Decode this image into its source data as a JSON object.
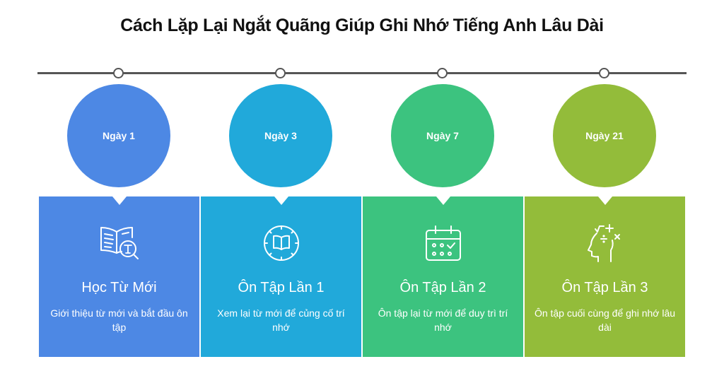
{
  "title": "Cách Lặp Lại Ngắt Quãng Giúp Ghi Nhớ Tiếng Anh Lâu Dài",
  "colors": {
    "line": "#555555",
    "step1": "#4D88E4",
    "step2": "#21A9DA",
    "step3": "#3CC37F",
    "step4": "#93BC3A"
  },
  "steps": [
    {
      "day": "Ngày 1",
      "icon": "book-search-icon",
      "heading": "Học Từ Mới",
      "description": "Giới thiệu từ mới và bắt đầu ôn tập"
    },
    {
      "day": "Ngày 3",
      "icon": "clock-book-icon",
      "heading": "Ôn Tập Lần 1",
      "description": "Xem lại từ mới để củng cố trí nhớ"
    },
    {
      "day": "Ngày 7",
      "icon": "calendar-check-icon",
      "heading": "Ôn Tập Lần 2",
      "description": "Ôn tập lại từ mới để duy trì trí nhớ"
    },
    {
      "day": "Ngày 21",
      "icon": "head-math-icon",
      "heading": "Ôn Tập Lần 3",
      "description": "Ôn tập cuối cùng để ghi nhớ lâu dài"
    }
  ]
}
